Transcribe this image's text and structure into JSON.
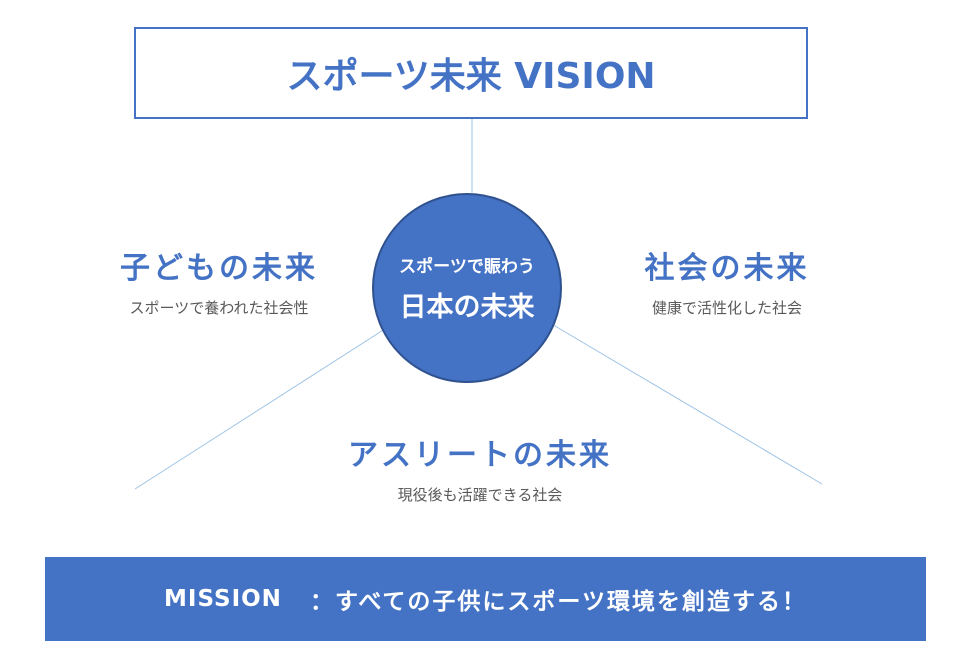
{
  "vision": {
    "title": "スポーツ未来 VISION"
  },
  "center": {
    "line1": "スポーツで賑わう",
    "line2": "日本の未来"
  },
  "futures": {
    "child": {
      "title": "子どもの未来",
      "subtitle": "スポーツで養われた社会性"
    },
    "society": {
      "title": "社会の未来",
      "subtitle": "健康で活性化した社会"
    },
    "athlete": {
      "title": "アスリートの未来",
      "subtitle": "現役後も活躍できる社会"
    }
  },
  "mission": {
    "label": "MISSION",
    "text": "：すべての子供にスポーツ環境を創造する！"
  },
  "colors": {
    "accent": "#4472c4",
    "circle_border": "#2f528f",
    "subtext": "#595959",
    "connector": "#9dc3e6"
  }
}
